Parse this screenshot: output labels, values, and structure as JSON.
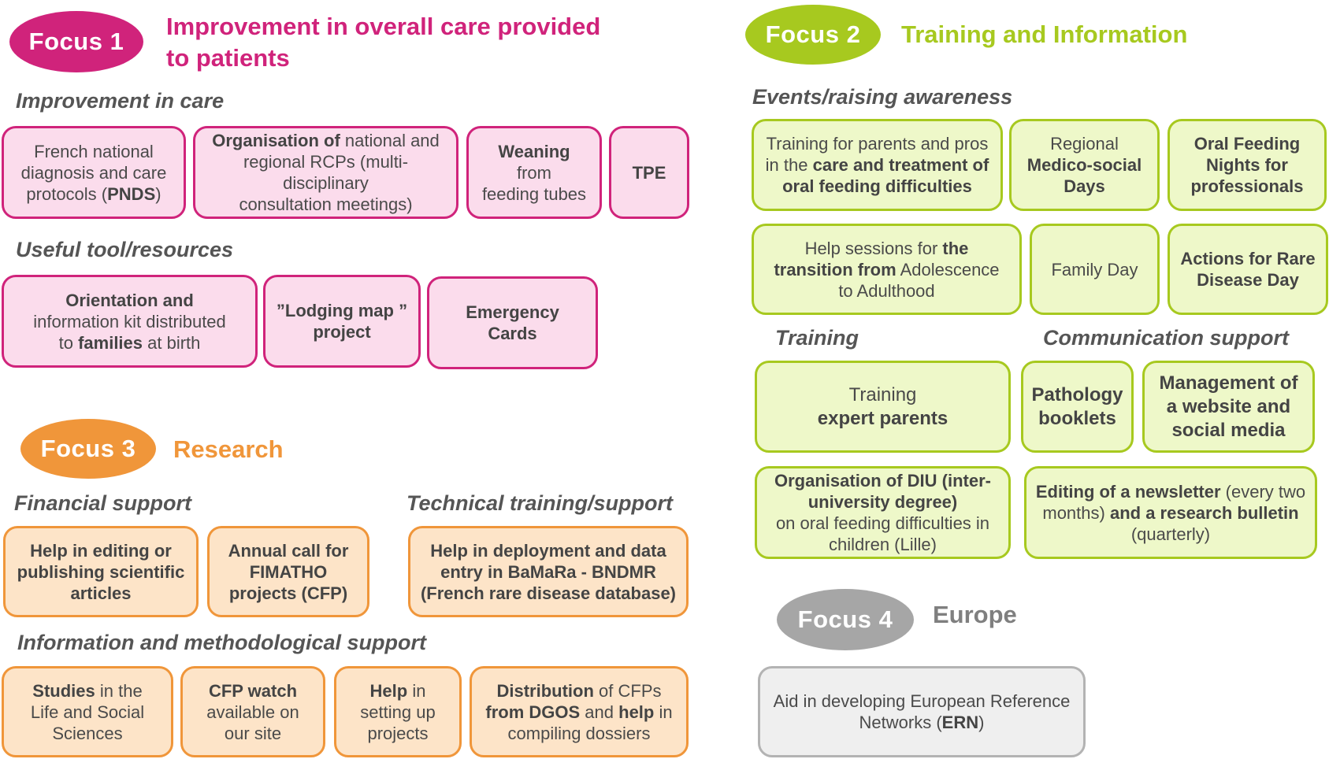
{
  "colors": {
    "focus1": "#d0237b",
    "focus2": "#a7c91f",
    "focus3": "#f0963a",
    "focus4": "#a6a6a6"
  },
  "focus1": {
    "badge": "Focus  1",
    "title_line1": "Improvement in overall care provided",
    "title_line2": "to patients",
    "sections": {
      "care": "Improvement in  care",
      "tools": "Useful tool/resources"
    },
    "boxes": {
      "pnds": [
        "French national",
        "diagnosis and care",
        "protocols (",
        "PNDS",
        ")"
      ],
      "rcp": [
        "Organisation of",
        " national and",
        "regional RCPs (multi-disciplinary",
        "consultation meetings)"
      ],
      "weaning": [
        "Weaning",
        "from",
        "feeding tubes"
      ],
      "tpe": "TPE",
      "kit": [
        "Orientation and",
        "information kit distributed",
        "to ",
        "families",
        " at birth"
      ],
      "lodging": [
        "”Lodging map ”",
        "project"
      ],
      "cards": [
        "Emergency",
        "Cards"
      ]
    }
  },
  "focus2": {
    "badge": "Focus 2",
    "title": "Training and Information",
    "sections": {
      "events": "Events/raising awareness",
      "training": "Training",
      "comm": "Communication support"
    },
    "boxes": {
      "parents_pros": [
        "Training for parents and pros",
        "in the ",
        "care and treatment of",
        "oral feeding difficulties"
      ],
      "regional": [
        "Regional",
        "Medico-social",
        "Days"
      ],
      "oral_nights": [
        "Oral Feeding",
        "Nights for",
        "professionals"
      ],
      "transition": [
        "Help sessions for  ",
        "the",
        "transition from",
        " Adolescence",
        "to Adulthood"
      ],
      "family_day": "Family  Day",
      "rare_day": [
        "Actions for Rare",
        "Disease Day"
      ],
      "expert": [
        "Training",
        "expert parents"
      ],
      "booklets": [
        "Pathology",
        "booklets"
      ],
      "website": [
        "Management of",
        "a website and",
        "social media"
      ],
      "diu": [
        "Organisation  of DIU (inter-",
        "university degree)",
        "on oral feeding difficulties in",
        "children (Lille)"
      ],
      "newsletter": [
        "Editing of a newsletter",
        " (every two",
        "months)",
        " and a research bulletin",
        "(quarterly)"
      ]
    }
  },
  "focus3": {
    "badge": "Focus  3",
    "title": "Research",
    "sections": {
      "financial": "Financial support",
      "technical": "Technical training/support",
      "info": "Information and methodological  support"
    },
    "boxes": {
      "editing": [
        "Help in editing or",
        "publishing scientific",
        "articles"
      ],
      "annual": [
        "Annual call for",
        "FIMATHO",
        "projects (CFP)"
      ],
      "bamara": [
        "Help in deployment and data",
        "entry in BaMaRa - BNDMR",
        "(French rare disease database)"
      ],
      "studies": [
        "Studies",
        " in the",
        "Life and Social",
        "Sciences"
      ],
      "cfp_watch": [
        "CFP  watch",
        "available on",
        "our site"
      ],
      "setting": [
        "Help",
        " in",
        "setting up",
        "projects"
      ],
      "distribution": [
        "Distribution",
        " of CFPs",
        "from  DGOS",
        " and ",
        "help",
        " in",
        "compiling dossiers"
      ]
    }
  },
  "focus4": {
    "badge": "Focus  4",
    "title": "Europe",
    "boxes": {
      "ern": [
        "Aid in developing  European Reference",
        "Networks (",
        "ERN",
        ")"
      ]
    }
  }
}
